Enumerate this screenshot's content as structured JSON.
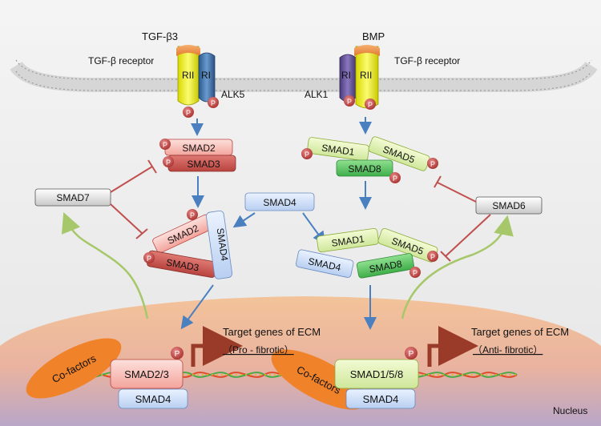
{
  "ligands": {
    "left": "TGF-β3",
    "right": "BMP"
  },
  "receptors": {
    "left_label": "TGF-β receptor",
    "right_label": "TGF-β receptor",
    "rii": "RII",
    "ri": "RI",
    "left_kinase": "ALK5",
    "right_kinase": "ALK1"
  },
  "phospho": "P",
  "smads": {
    "smad1": "SMAD1",
    "smad2": "SMAD2",
    "smad3": "SMAD3",
    "smad4": "SMAD4",
    "smad5": "SMAD5",
    "smad6": "SMAD6",
    "smad7": "SMAD7",
    "smad8": "SMAD8",
    "smad23": "SMAD2/3",
    "smad158": "SMAD1/5/8"
  },
  "nucleus": {
    "label": "Nucleus",
    "cofactors": "Co-factors",
    "left_target": "Target genes of ECM",
    "left_effect": "（Pro - fibrotic）",
    "right_target": "Target genes of ECM",
    "right_effect": "（Anti- fibrotic）"
  },
  "colors": {
    "pro_fibrotic": "#c0392b",
    "anti_fibrotic": "#7a8a1a",
    "inhibition": "#c0504d",
    "activation": "#4a7fc0",
    "feedback": "#a6c86a"
  }
}
